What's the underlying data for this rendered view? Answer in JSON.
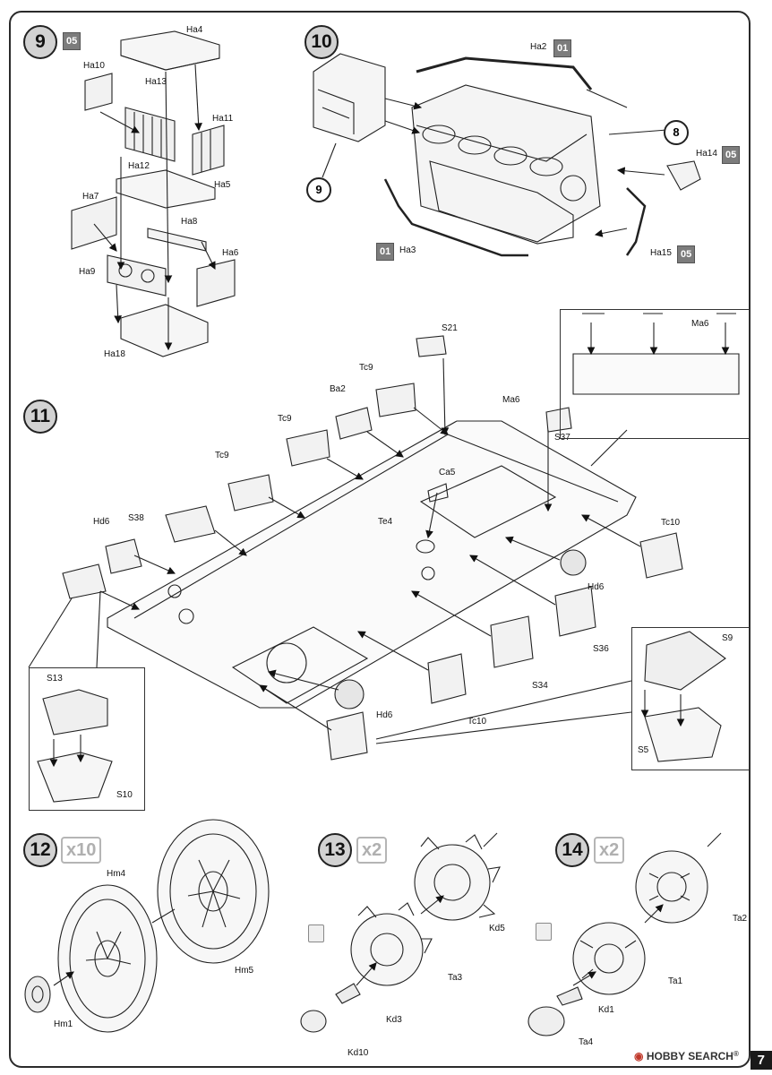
{
  "page": {
    "number": "7"
  },
  "watermark": {
    "text": "HOBBY SEARCH",
    "symbol": "®"
  },
  "steps": [
    {
      "id": "9",
      "badge": "05"
    },
    {
      "id": "10"
    },
    {
      "id": "11"
    },
    {
      "id": "12",
      "multiplier": "x10"
    },
    {
      "id": "13",
      "multiplier": "x2"
    },
    {
      "id": "14",
      "multiplier": "x2"
    }
  ],
  "step9": {
    "parts": [
      "Ha4",
      "Ha10",
      "Ha13",
      "Ha11",
      "Ha12",
      "Ha5",
      "Ha7",
      "Ha8",
      "Ha6",
      "Ha9",
      "Ha18"
    ]
  },
  "step10": {
    "parts": [
      "Ha2",
      "Ha14",
      "Ha3",
      "Ha15"
    ],
    "badges": {
      "ha2": "01",
      "ha14": "05",
      "ha3": "01",
      "ha15": "05"
    },
    "callouts": [
      "8",
      "9"
    ]
  },
  "step11": {
    "parts": [
      "S21",
      "Tc9",
      "Ba2",
      "Ma6",
      "S37",
      "Ca5",
      "Tc9",
      "Tc9",
      "Te4",
      "Tc10",
      "Hd6",
      "S38",
      "Hd6",
      "S36",
      "S34",
      "Hd6",
      "Tc10",
      "S13",
      "S10",
      "S9",
      "S5",
      "Ma6"
    ]
  },
  "step12": {
    "parts": [
      "Hm4",
      "Hm5",
      "Hm1"
    ]
  },
  "step13": {
    "parts": [
      "Kd5",
      "Ta3",
      "Kd3",
      "Kd10"
    ]
  },
  "step14": {
    "parts": [
      "Ta2",
      "Ta1",
      "Kd1",
      "Ta4"
    ]
  }
}
